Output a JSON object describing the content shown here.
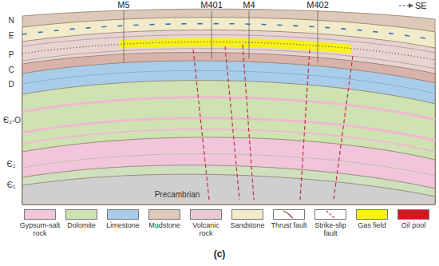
{
  "diagram": {
    "caption": "(c)",
    "labels": [
      "M5",
      "M401",
      "M4",
      "M402",
      "SE",
      "N",
      "E",
      "P",
      "C",
      "D",
      "Є₂-O",
      "Є₂",
      "Є₁",
      "Precambrian"
    ],
    "legend": [
      {
        "text": "Gypsum-salt rock",
        "color": "#f1c6da"
      },
      {
        "text": "Dolomite",
        "color": "#cfe2b2"
      },
      {
        "text": "Limestone",
        "color": "#a9cde8"
      },
      {
        "text": "Mudstone",
        "color": "#dcc9b9"
      },
      {
        "text": "Volcanic rock",
        "color": "#e9c9d4"
      },
      {
        "text": "Sandstone",
        "color": "#f2ebc9"
      },
      {
        "text": "Thrust fault"
      },
      {
        "text": "Strike-slip fault"
      },
      {
        "text": "Gas field",
        "color": "#f7f01a"
      },
      {
        "text": "Oil pool",
        "color": "#d9141e"
      }
    ]
  }
}
